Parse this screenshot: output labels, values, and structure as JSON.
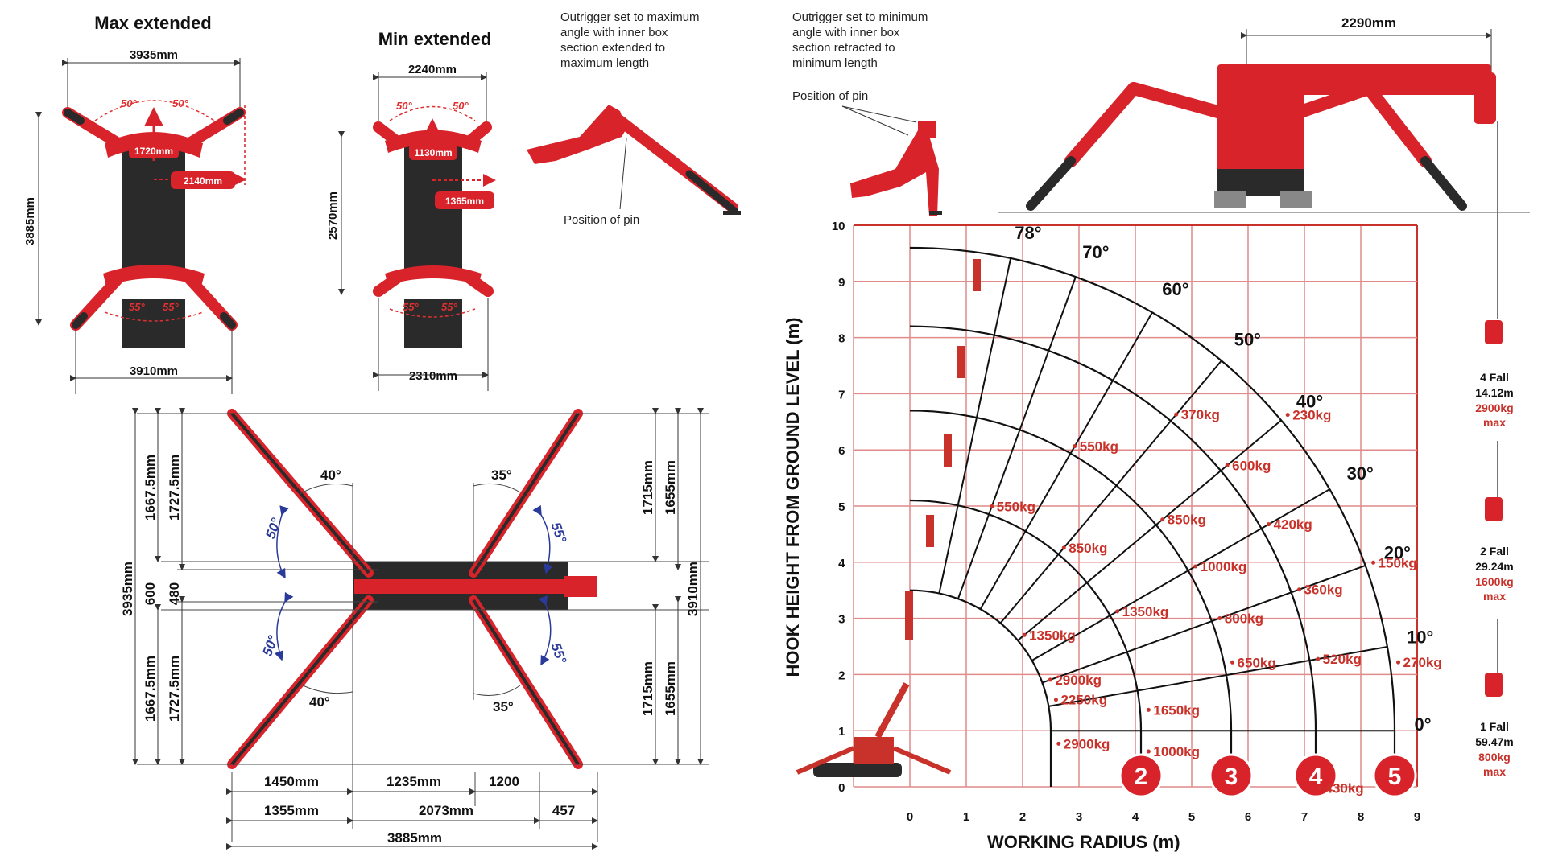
{
  "colors": {
    "accent_red": "#d8232a",
    "body_dark": "#2a2a2a",
    "grid_red": "#e08a8a",
    "blue_angle": "#2a3a9a"
  },
  "max_extended": {
    "title": "Max extended",
    "width_top": "3935mm",
    "height": "3885mm",
    "width_bottom": "3910mm",
    "angles": [
      "50°",
      "50°",
      "55°",
      "55°"
    ],
    "label_front": "1720mm",
    "label_side": "2140mm"
  },
  "min_extended": {
    "title": "Min extended",
    "width_top": "2240mm",
    "height": "2570mm",
    "width_bottom": "2310mm",
    "angles": [
      "50°",
      "50°",
      "55°",
      "55°"
    ],
    "label_front": "1130mm",
    "label_side": "1365mm"
  },
  "outrigger_max": {
    "note": [
      "Outrigger set to maximum",
      "angle with inner box",
      "section extended to",
      "maximum length"
    ],
    "pin": "Position of pin"
  },
  "outrigger_min": {
    "note": [
      "Outrigger set to minimum",
      "angle with inner box",
      "section retracted to",
      "minimum length"
    ],
    "pin": "Position of pin"
  },
  "side_view": {
    "dim": "2290mm"
  },
  "plan": {
    "left": [
      "3935mm",
      "1667.5mm",
      "1727.5mm",
      "600",
      "480",
      "1667.5mm",
      "1727.5mm"
    ],
    "right": [
      "1715mm",
      "1655mm",
      "3910mm",
      "1715mm",
      "1655mm"
    ],
    "angles": [
      "40°",
      "50°",
      "50°",
      "40°",
      "35°",
      "55°",
      "55°",
      "35°"
    ],
    "bottom_row1": [
      "1450mm",
      "1235mm",
      "1200"
    ],
    "bottom_row2": [
      "1355mm",
      "2073mm",
      "457"
    ],
    "bottom_total": "3885mm"
  },
  "load_chart": {
    "xlabel": "WORKING RADIUS (m)",
    "ylabel": "HOOK HEIGHT FROM GROUND LEVEL (m)",
    "x_ticks": [
      "0",
      "1",
      "2",
      "3",
      "4",
      "5",
      "6",
      "7",
      "8",
      "9"
    ],
    "y_ticks": [
      "0",
      "1",
      "2",
      "3",
      "4",
      "5",
      "6",
      "7",
      "8",
      "9",
      "10"
    ],
    "angle_labels": [
      "78°",
      "70°",
      "60°",
      "50°",
      "40°",
      "30°",
      "20°",
      "10°",
      "0°"
    ],
    "boom_sections": [
      "2",
      "3",
      "4",
      "5"
    ],
    "loads": [
      "550kg",
      "550kg",
      "370kg",
      "850kg",
      "850kg",
      "600kg",
      "230kg",
      "1350kg",
      "1350kg",
      "1000kg",
      "420kg",
      "800kg",
      "360kg",
      "2900kg",
      "2250kg",
      "650kg",
      "1650kg",
      "150kg",
      "520kg",
      "2900kg",
      "1000kg",
      "270kg",
      "430kg"
    ]
  },
  "falls": [
    {
      "name": "4 Fall",
      "len": "14.12m",
      "load": "2900kg",
      "max": "max"
    },
    {
      "name": "2 Fall",
      "len": "29.24m",
      "load": "1600kg",
      "max": "max"
    },
    {
      "name": "1 Fall",
      "len": "59.47m",
      "load": "800kg",
      "max": "max"
    }
  ]
}
